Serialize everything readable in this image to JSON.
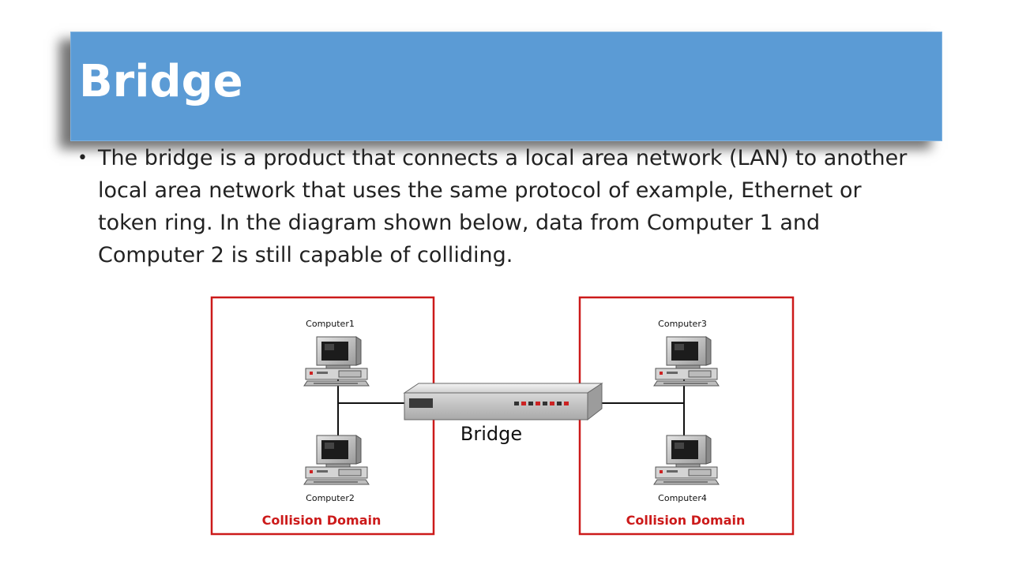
{
  "slide": {
    "title": "Bridge",
    "bullet": "The bridge is a product that connects a local area network (LAN) to another local area network that uses the same protocol of example, Ethernet or token ring. In the diagram shown below, data from Computer 1 and Computer 2 is still capable of colliding."
  },
  "diagram": {
    "left_domain_label": "Collision Domain",
    "right_domain_label": "Collision Domain",
    "bridge_label": "Bridge",
    "computers": [
      "Computer1",
      "Computer2",
      "Computer3",
      "Computer4"
    ],
    "colors": {
      "banner": "#5b9bd5",
      "domain_border": "#cc1a1a",
      "domain_label": "#cc1a1a"
    }
  }
}
